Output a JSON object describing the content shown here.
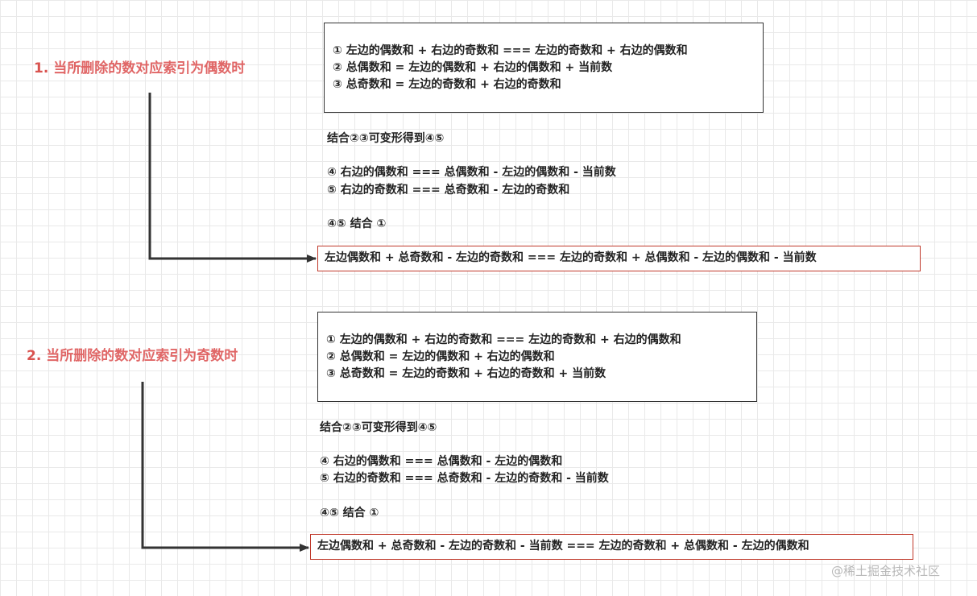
{
  "sections": [
    {
      "heading": {
        "num": "1.",
        "text": "当所删除的数对应索引为偶数时"
      },
      "box_lines": [
        "① 左边的偶数和 + 右边的奇数和 === 左边的奇数和 + 右边的偶数和",
        "② 总偶数和 = 左边的偶数和 + 右边的偶数和 + 当前数",
        "③ 总奇数和 = 左边的奇数和 + 右边的奇数和"
      ],
      "combine_note": "结合②③可变形得到④⑤",
      "derived": [
        "④ 右边的偶数和 === 总偶数和 - 左边的偶数和 - 当前数",
        "⑤ 右边的奇数和 === 总奇数和 - 左边的奇数和"
      ],
      "combine2": "④⑤ 结合 ①",
      "result": "左边偶数和 + 总奇数和 - 左边的奇数和 === 左边的奇数和 + 总偶数和 - 左边的偶数和 - 当前数"
    },
    {
      "heading": {
        "num": "2.",
        "text": "当所删除的数对应索引为奇数时"
      },
      "box_lines": [
        "① 左边的偶数和 + 右边的奇数和 === 左边的奇数和 + 右边的偶数和",
        "② 总偶数和 = 左边的偶数和 + 右边的偶数和",
        "③ 总奇数和 = 左边的奇数和 + 右边的奇数和 + 当前数"
      ],
      "combine_note": "结合②③可变形得到④⑤",
      "derived": [
        "④ 右边的偶数和 === 总偶数和 - 左边的偶数和",
        "⑤ 右边的奇数和 === 总奇数和 - 左边的奇数和 - 当前数"
      ],
      "combine2": "④⑤ 结合 ①",
      "result": "左边偶数和 + 总奇数和 - 左边的奇数和 - 当前数 === 左边的奇数和 + 总偶数和 - 左边的偶数和"
    }
  ],
  "watermark": "@稀土掘金技术社区",
  "colors": {
    "heading": "#e06666",
    "result_border": "#c0392b",
    "connector": "#333333"
  }
}
